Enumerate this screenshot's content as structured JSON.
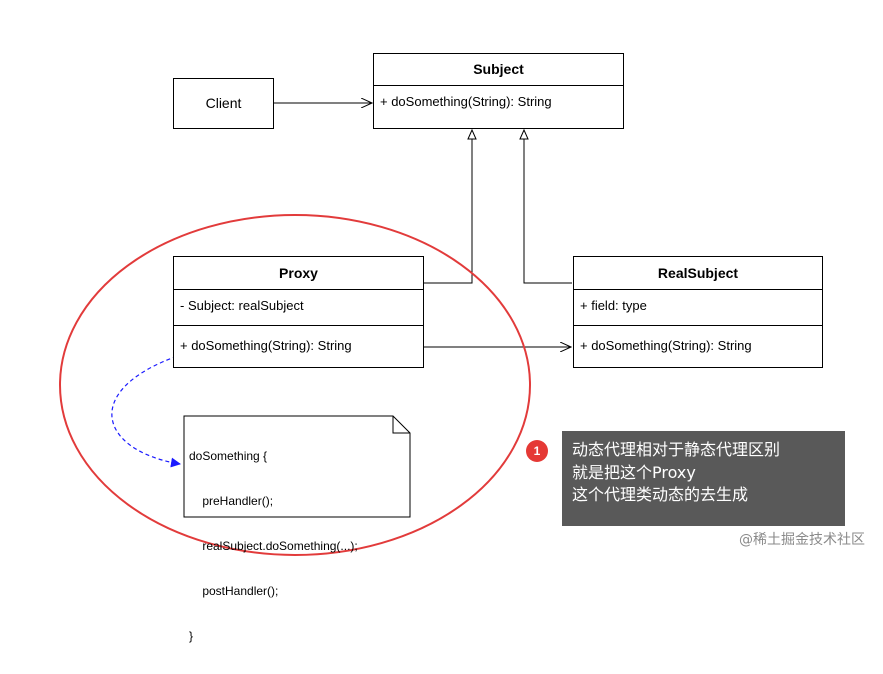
{
  "client": {
    "label": "Client"
  },
  "subject": {
    "title": "Subject",
    "methods": [
      "+ doSomething(String): String"
    ]
  },
  "proxy": {
    "title": "Proxy",
    "fields": [
      "- Subject: realSubject"
    ],
    "methods": [
      "+ doSomething(String): String"
    ]
  },
  "real_subject": {
    "title": "RealSubject",
    "fields": [
      "+ field: type"
    ],
    "methods": [
      "+ doSomething(String): String"
    ]
  },
  "note": {
    "lines": [
      "doSomething {",
      "    preHandler();",
      "    realSubject.doSomething(...);",
      "    postHandler();",
      "}"
    ]
  },
  "callout": {
    "badge": "1",
    "lines": [
      "动态代理相对于静态代理区别",
      "就是把这个Proxy",
      "这个代理类动态的去生成"
    ]
  },
  "watermark": "@稀土掘金技术社区",
  "colors": {
    "highlight_circle": "#e23b3b",
    "dashed_arrow": "#1a1aff",
    "callout_bg": "#595959",
    "badge": "#e53935"
  }
}
